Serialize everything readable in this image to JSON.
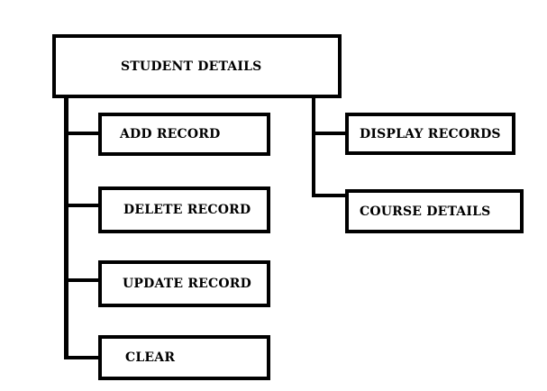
{
  "diagram": {
    "root": {
      "label": "STUDENT DETAILS"
    },
    "left_children": [
      {
        "id": "add",
        "label": "ADD RECORD"
      },
      {
        "id": "delete",
        "label": "DELETE RECORD"
      },
      {
        "id": "update",
        "label": "UPDATE RECORD"
      },
      {
        "id": "clear",
        "label": "CLEAR"
      }
    ],
    "right_children": [
      {
        "id": "display",
        "label": "DISPLAY RECORDS"
      },
      {
        "id": "course",
        "label": "COURSE DETAILS"
      }
    ]
  },
  "colors": {
    "line": "#000000",
    "box_fill": "#ffffff",
    "text": "#000000"
  }
}
